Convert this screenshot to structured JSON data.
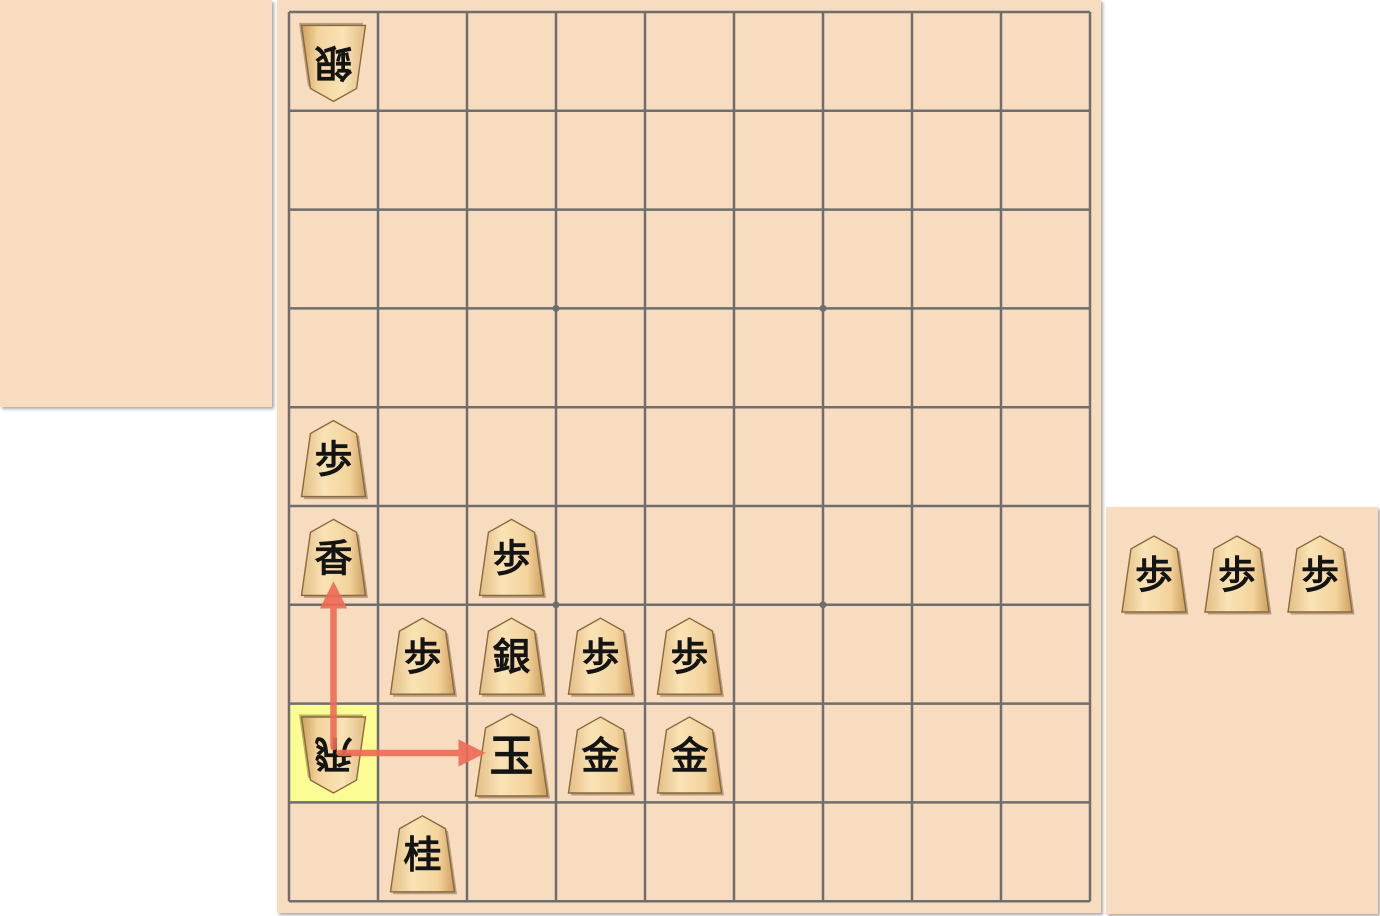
{
  "board": {
    "files": 9,
    "ranks": 9,
    "star_points": [
      [
        3,
        3
      ],
      [
        6,
        3
      ],
      [
        3,
        6
      ],
      [
        6,
        6
      ]
    ],
    "highlight_cell": {
      "col": 0,
      "row": 7
    },
    "pieces": [
      {
        "id": "gote-gin",
        "label": "銀",
        "owner": "gote",
        "col": 0,
        "row": 0,
        "size": "normal"
      },
      {
        "id": "fu-col0-row4",
        "label": "歩",
        "owner": "sente",
        "col": 0,
        "row": 4,
        "size": "normal"
      },
      {
        "id": "kyo-col0-row5",
        "label": "香",
        "owner": "sente",
        "col": 0,
        "row": 5,
        "size": "normal"
      },
      {
        "id": "fu-col2-row5",
        "label": "歩",
        "owner": "sente",
        "col": 2,
        "row": 5,
        "size": "normal"
      },
      {
        "id": "fu-col1-row6",
        "label": "歩",
        "owner": "sente",
        "col": 1,
        "row": 6,
        "size": "normal"
      },
      {
        "id": "gin-col2-row6",
        "label": "銀",
        "owner": "sente",
        "col": 2,
        "row": 6,
        "size": "normal"
      },
      {
        "id": "fu-col3-row6",
        "label": "歩",
        "owner": "sente",
        "col": 3,
        "row": 6,
        "size": "normal"
      },
      {
        "id": "fu-col4-row6",
        "label": "歩",
        "owner": "sente",
        "col": 4,
        "row": 6,
        "size": "normal"
      },
      {
        "id": "gote-hi",
        "label": "飛",
        "owner": "gote",
        "col": 0,
        "row": 7,
        "size": "normal"
      },
      {
        "id": "gyoku",
        "label": "玉",
        "owner": "sente",
        "col": 2,
        "row": 7,
        "size": "king"
      },
      {
        "id": "kin-col3-row7",
        "label": "金",
        "owner": "sente",
        "col": 3,
        "row": 7,
        "size": "normal"
      },
      {
        "id": "kin-col4-row7",
        "label": "金",
        "owner": "sente",
        "col": 4,
        "row": 7,
        "size": "normal"
      },
      {
        "id": "kei-col1-row8",
        "label": "桂",
        "owner": "sente",
        "col": 1,
        "row": 8,
        "size": "normal"
      }
    ],
    "arrows": [
      {
        "from": {
          "col": 0,
          "row": 7
        },
        "to": {
          "col": 0,
          "row": 5
        }
      },
      {
        "from": {
          "col": 0,
          "row": 7
        },
        "to": {
          "col": 2,
          "row": 7
        }
      }
    ]
  },
  "hands": {
    "gote": {
      "pieces": []
    },
    "sente": {
      "pieces": [
        "歩",
        "歩",
        "歩"
      ]
    }
  },
  "colors": {
    "board_bg": "#f8dcc0",
    "grid_line": "#6e6e6e",
    "highlight": "#fcfc94",
    "piece_light": "#f8dca4",
    "piece_dark": "#d4a86a",
    "piece_outline": "#8a6a3c",
    "arrow": "#ee6a55"
  }
}
